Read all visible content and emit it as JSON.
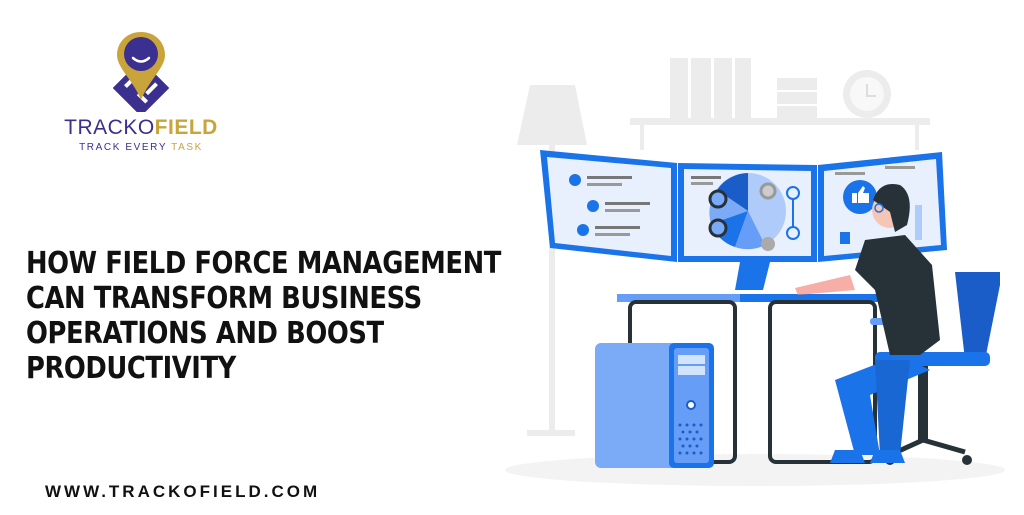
{
  "logo": {
    "brand_part1": "TRACKO",
    "brand_part2": "FIELD",
    "tagline_part1": "TRACK EVERY ",
    "tagline_part2": "TASK",
    "icon": "map-pin-smiley-icon",
    "colors": {
      "purple": "#3b2f8f",
      "gold": "#c9a43a"
    }
  },
  "headline": {
    "lines": [
      "How Field Force Management",
      "Can Transform Business",
      "Operations and Boost",
      "Productivity"
    ]
  },
  "footer": {
    "url": "WWW.TRACKOFIELD.COM"
  },
  "illustration": {
    "subject": "person-at-desk-with-three-monitors",
    "colors": {
      "primary_blue": "#1a73e8",
      "light_blue": "#7baaf7",
      "pale_blue": "#e8f0fe",
      "dark": "#263238",
      "grey": "#ededed"
    }
  }
}
